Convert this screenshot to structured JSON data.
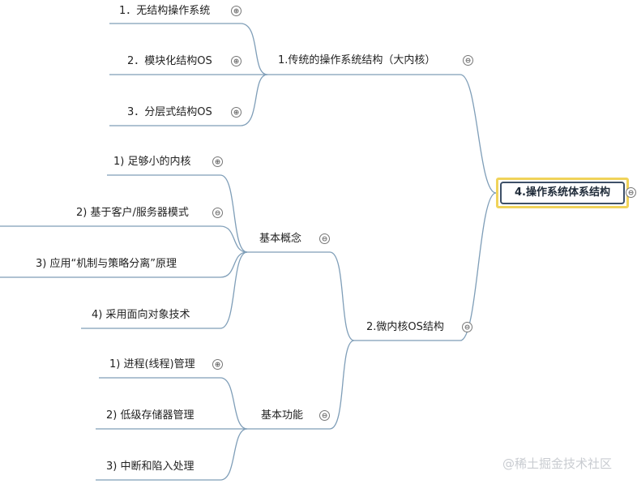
{
  "root": {
    "label": "4.操作系统体系结构",
    "toggle": "⊖"
  },
  "traditional": {
    "label": "1.传统的操作系统结构（大内核）",
    "toggle": "⊖",
    "items": [
      {
        "label": "1．无结构操作系统",
        "toggle": "⊕"
      },
      {
        "label": "2．模块化结构OS",
        "toggle": "⊕"
      },
      {
        "label": "3．分层式结构OS",
        "toggle": "⊕"
      }
    ]
  },
  "microkernel": {
    "label": "2.微内核OS结构",
    "toggle": "⊖",
    "concepts": {
      "label": "基本概念",
      "toggle": "⊖",
      "items": [
        {
          "label": "1) 足够小的内核",
          "toggle": "⊕"
        },
        {
          "label": "2) 基于客户/服务器模式",
          "toggle": "⊖"
        },
        {
          "label": "3) 应用“机制与策略分离”原理",
          "toggle": ""
        },
        {
          "label": "4) 采用面向对象技术",
          "toggle": ""
        }
      ]
    },
    "functions": {
      "label": "基本功能",
      "toggle": "⊖",
      "items": [
        {
          "label": "1) 进程(线程)管理",
          "toggle": "⊕"
        },
        {
          "label": "2) 低级存储器管理",
          "toggle": ""
        },
        {
          "label": "3) 中断和陷入处理",
          "toggle": ""
        }
      ]
    }
  },
  "watermark": "@稀土掘金技术社区",
  "colors": {
    "branch_line": "#7f9eb8",
    "root_border": "#3e5068",
    "root_highlight": "#f0d35a"
  }
}
